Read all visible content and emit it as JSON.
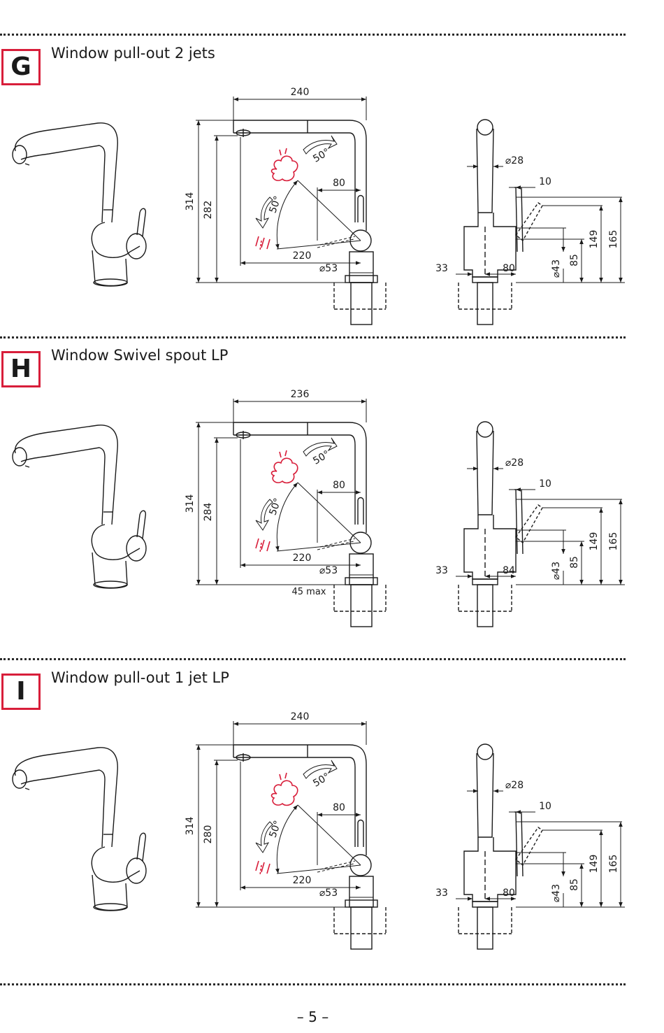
{
  "sections": [
    {
      "letter": "G",
      "title": "Window pull-out 2 jets",
      "dims": {
        "width": "240",
        "height_total": "314",
        "height_spout": "282",
        "reach": "80",
        "reach_low": "220",
        "base_dia": "53",
        "angle_up": "50°",
        "angle_down": "50°",
        "pipe_dia": "28",
        "lever": "10",
        "h149": "149",
        "h165": "165",
        "h85": "85",
        "h43": "43",
        "base33": "33",
        "base80": "80",
        "max_label": ""
      }
    },
    {
      "letter": "H",
      "title": "Window Swivel spout LP",
      "dims": {
        "width": "236",
        "height_total": "314",
        "height_spout": "284",
        "reach": "80",
        "reach_low": "220",
        "base_dia": "53",
        "angle_up": "50°",
        "angle_down": "50°",
        "pipe_dia": "28",
        "lever": "10",
        "h149": "149",
        "h165": "165",
        "h85": "85",
        "h43": "43",
        "base33": "33",
        "base80": "84",
        "max_label": "45 max"
      }
    },
    {
      "letter": "I",
      "title": "Window pull-out 1 jet LP",
      "dims": {
        "width": "240",
        "height_total": "314",
        "height_spout": "280",
        "reach": "80",
        "reach_low": "220",
        "base_dia": "53",
        "angle_up": "50°",
        "angle_down": "50°",
        "pipe_dia": "28",
        "lever": "10",
        "h149": "149",
        "h165": "165",
        "h85": "85",
        "h43": "43",
        "base33": "33",
        "base80": "80",
        "max_label": ""
      }
    }
  ],
  "page_number": "– 5 –",
  "colors": {
    "accent": "#d81e3a",
    "line": "#1a1a1a",
    "spray": "#d81e3a"
  }
}
